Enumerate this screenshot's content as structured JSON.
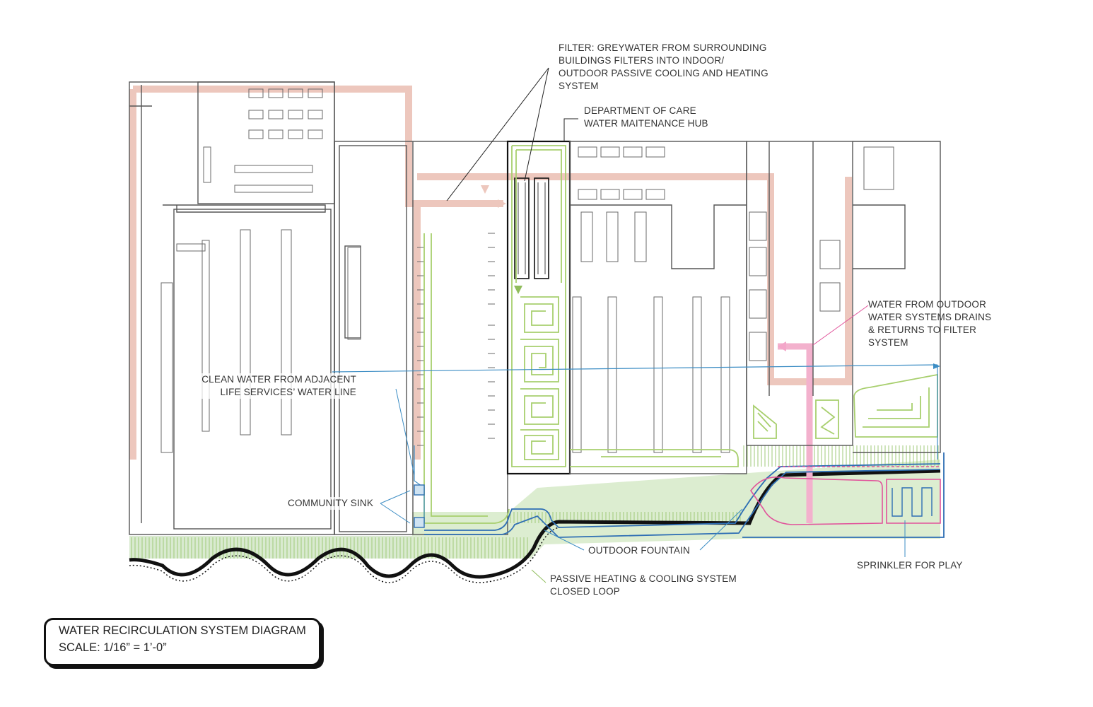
{
  "title_block": {
    "title": "WATER RECIRCULATION SYSTEM DIAGRAM",
    "scale": "SCALE: 1/16” = 1’-0”"
  },
  "annotations": {
    "filter": [
      "FILTER: GREYWATER FROM SURROUNDING",
      "BUILDINGS FILTERS INTO INDOOR/",
      "OUTDOOR PASSIVE COOLING AND HEATING",
      "SYSTEM"
    ],
    "hub": [
      "DEPARTMENT OF CARE",
      "WATER MAITENANCE HUB"
    ],
    "outdoor_drain": [
      "WATER FROM OUTDOOR",
      "WATER SYSTEMS DRAINS",
      "& RETURNS TO FILTER",
      "SYSTEM"
    ],
    "clean_water": [
      "CLEAN WATER FROM ADJACENT",
      "LIFE SERVICES’ WATER LINE"
    ],
    "community_sink": [
      "COMMUNITY SINK"
    ],
    "fountain": [
      "OUTDOOR FOUNTAIN"
    ],
    "passive_loop": [
      "PASSIVE HEATING & COOLING SYSTEM",
      "CLOSED LOOP"
    ],
    "sprinkler": [
      "SPRINKLER FOR PLAY"
    ]
  },
  "colors": {
    "walls": "#555555",
    "greywater_main": "#edc7bd",
    "drain_return": "#f3a6c9",
    "clean_water": "#3c8dc4",
    "fountain_outline": "#2f6fb4",
    "sprinkler": "#e1539b",
    "passive_loop": "#a8cf6e",
    "planting_fill": "#c8e0a8",
    "hub_outline": "#111111",
    "leader_black": "#222222",
    "leader_blue": "#3c8dc4",
    "leader_green": "#8fbc5b",
    "leader_pink": "#e1539b"
  }
}
